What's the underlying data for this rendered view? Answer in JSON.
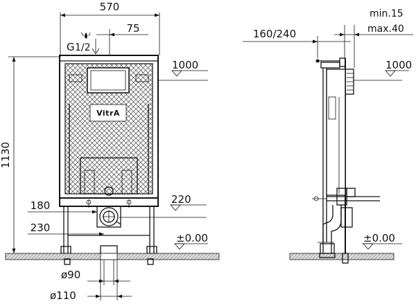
{
  "front_view": {
    "width_label": "570",
    "pipe_offset_label": "75",
    "supply_label_main": "G",
    "supply_label_fraction": "1/2",
    "height_label": "1130",
    "flush_height_label": "1000",
    "brand_label": "VitrA",
    "left_offset_label": "180",
    "drain_height_label": "220",
    "left_offset2_label": "230",
    "floor_label": "±0.00",
    "pipe_small_label": "ø90",
    "pipe_large_label": "ø110"
  },
  "side_view": {
    "depth_label": "160/240",
    "min_label": "min.15",
    "max_label": "max.40",
    "flush_height_label": "1000",
    "floor_label": "±0.00"
  }
}
